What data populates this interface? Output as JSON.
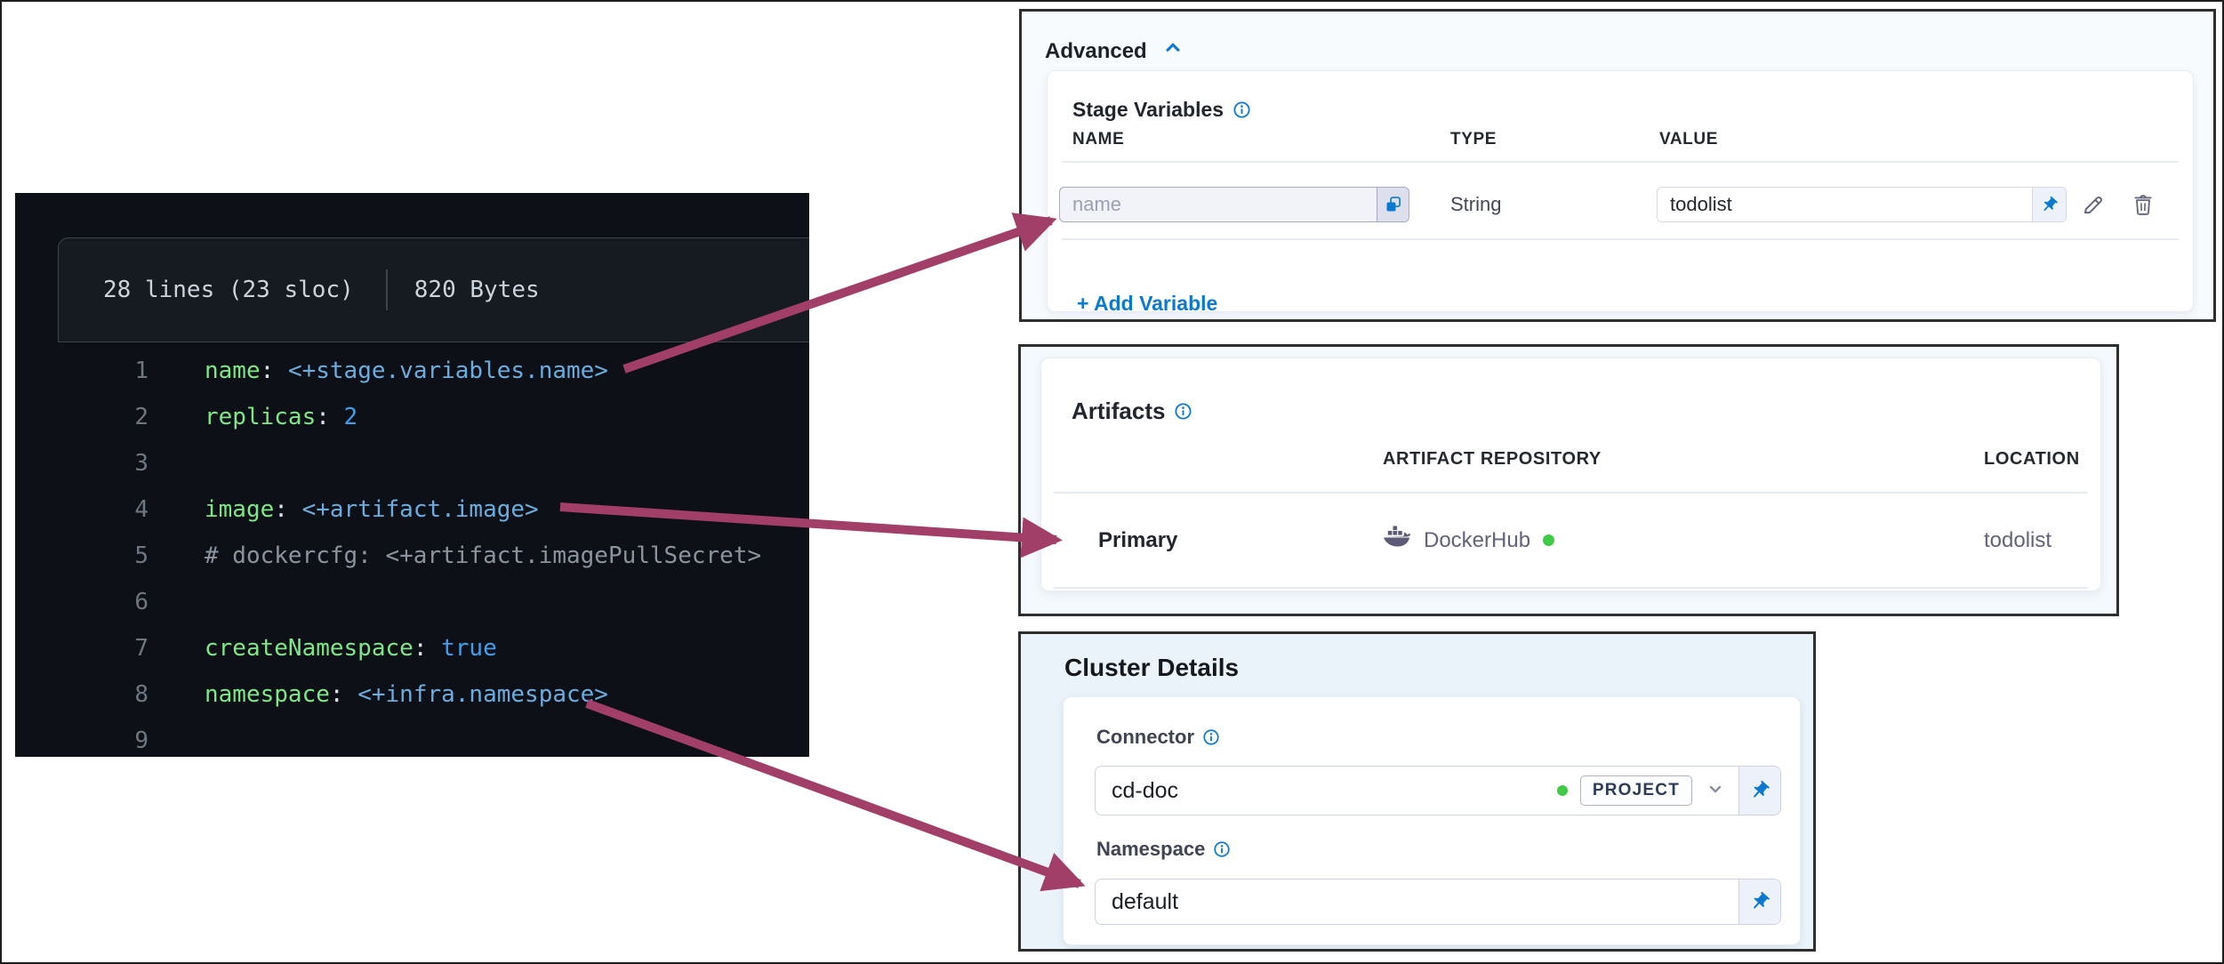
{
  "colors": {
    "accent_blue": "#0b79d0",
    "arrow": "#a23f68",
    "status_green": "#3fcb45",
    "code_key_green": "#7ee787",
    "code_value_blue": "#6caddf"
  },
  "code_viewer": {
    "stats": {
      "lines": "28 lines (23 sloc)",
      "size": "820 Bytes"
    },
    "lines": [
      {
        "num": "1",
        "tokens": [
          [
            "key",
            "name"
          ],
          [
            "punct",
            ": "
          ],
          [
            "val",
            "<+stage.variables.name>"
          ]
        ]
      },
      {
        "num": "2",
        "tokens": [
          [
            "key",
            "replicas"
          ],
          [
            "punct",
            ": "
          ],
          [
            "num",
            "2"
          ]
        ]
      },
      {
        "num": "3",
        "tokens": []
      },
      {
        "num": "4",
        "tokens": [
          [
            "key",
            "image"
          ],
          [
            "punct",
            ": "
          ],
          [
            "val",
            "<+artifact.image>"
          ]
        ]
      },
      {
        "num": "5",
        "tokens": [
          [
            "comment",
            "# dockercfg: <+artifact.imagePullSecret>"
          ]
        ]
      },
      {
        "num": "6",
        "tokens": []
      },
      {
        "num": "7",
        "tokens": [
          [
            "key",
            "createNamespace"
          ],
          [
            "punct",
            ": "
          ],
          [
            "num",
            "true"
          ]
        ]
      },
      {
        "num": "8",
        "tokens": [
          [
            "key",
            "namespace"
          ],
          [
            "punct",
            ": "
          ],
          [
            "val",
            "<+infra.namespace>"
          ]
        ]
      },
      {
        "num": "9",
        "tokens": []
      }
    ]
  },
  "advanced_panel": {
    "title": "Advanced",
    "section_title": "Stage Variables",
    "columns": {
      "name": "NAME",
      "type": "TYPE",
      "value": "VALUE"
    },
    "row": {
      "name_placeholder": "name",
      "type": "String",
      "value": "todolist"
    },
    "add_variable_label": "+ Add Variable"
  },
  "artifacts_panel": {
    "title": "Artifacts",
    "columns": {
      "repository": "ARTIFACT REPOSITORY",
      "location": "LOCATION"
    },
    "row": {
      "label": "Primary",
      "repository": "DockerHub",
      "location": "todolist"
    }
  },
  "cluster_panel": {
    "title": "Cluster Details",
    "connector_label": "Connector",
    "connector_value": "cd-doc",
    "connector_scope_badge": "PROJECT",
    "namespace_label": "Namespace",
    "namespace_value": "default"
  }
}
